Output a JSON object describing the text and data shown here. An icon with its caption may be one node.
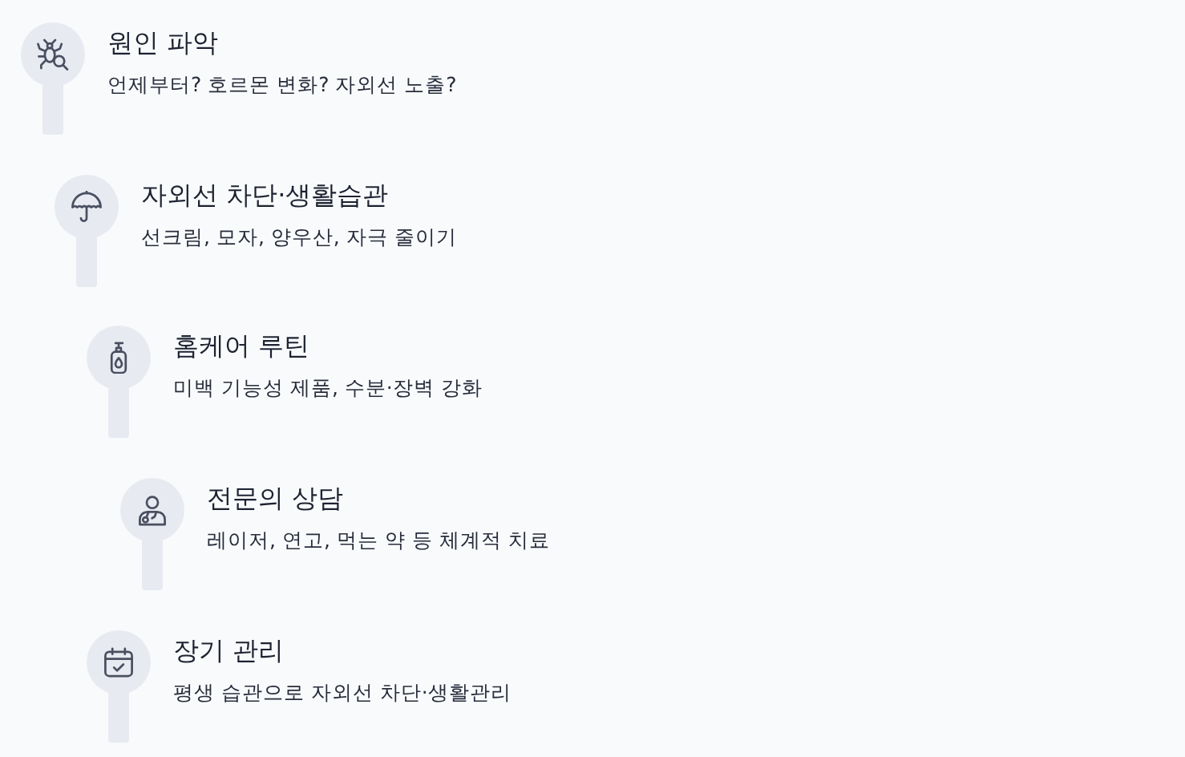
{
  "diagram": {
    "nodes": [
      {
        "text": [
          "원인 파악",
          "언제부터? 호르몬 변화? 자외선 노출?"
        ]
      },
      {
        "text": [
          "자외선 차단·생활습관",
          "선크림, 모자, 양우산, 자극 줄이기"
        ]
      },
      {
        "text": [
          "홈케어 루틴",
          "미백 기능성 제품, 수분·장벽 강화"
        ]
      },
      {
        "text": [
          "전문의 상담",
          "레이저, 연고, 먹는 약 등 체계적 치료"
        ]
      },
      {
        "text": [
          "장기 관리",
          "평생 습관으로 자외선 차단·생활관리"
        ]
      }
    ]
  }
}
